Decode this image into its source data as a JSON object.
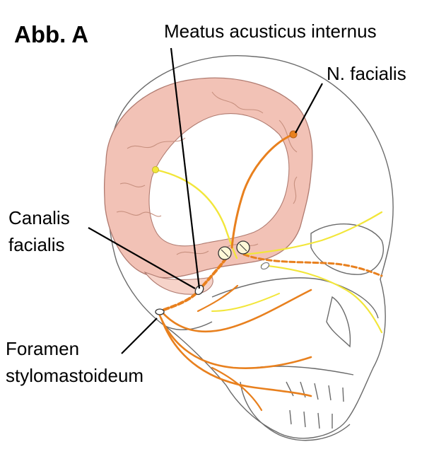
{
  "figure": {
    "title": "Abb. A",
    "labels": {
      "meatus": "Meatus acusticus internus",
      "facialis": "N. facialis",
      "canalis_line1": "Canalis",
      "canalis_line2": "facialis",
      "foramen_line1": "Foramen",
      "foramen_line2": "stylomastoideum"
    },
    "colors": {
      "nerve_orange": "#e8801e",
      "nerve_yellow": "#f2e63a",
      "brain_pink": "#f2c2b6",
      "skull_outline": "#6b6b6b",
      "bone_fill": "#ffffff"
    }
  }
}
